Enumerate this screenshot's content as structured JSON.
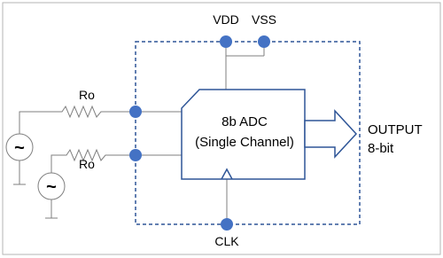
{
  "labels": {
    "vdd": "VDD",
    "vss": "VSS",
    "resistor_top": "Ro",
    "resistor_bottom": "Ro",
    "adc_line1": "8b ADC",
    "adc_line2": "(Single Channel)",
    "output_line1": "OUTPUT",
    "output_line2": "8-bit",
    "clk": "CLK"
  },
  "icons": {
    "source_top": "ac-voltage-source-icon",
    "source_bottom": "ac-voltage-source-icon",
    "source_glyph": "~"
  },
  "colors": {
    "dashed_border": "#2e5597",
    "adc_outline": "#2e5597",
    "pin_dot": "#4472c4",
    "arrow": "#2e5597",
    "wire": "#7f7f7f",
    "outer_frame": "#b5b5b5"
  }
}
